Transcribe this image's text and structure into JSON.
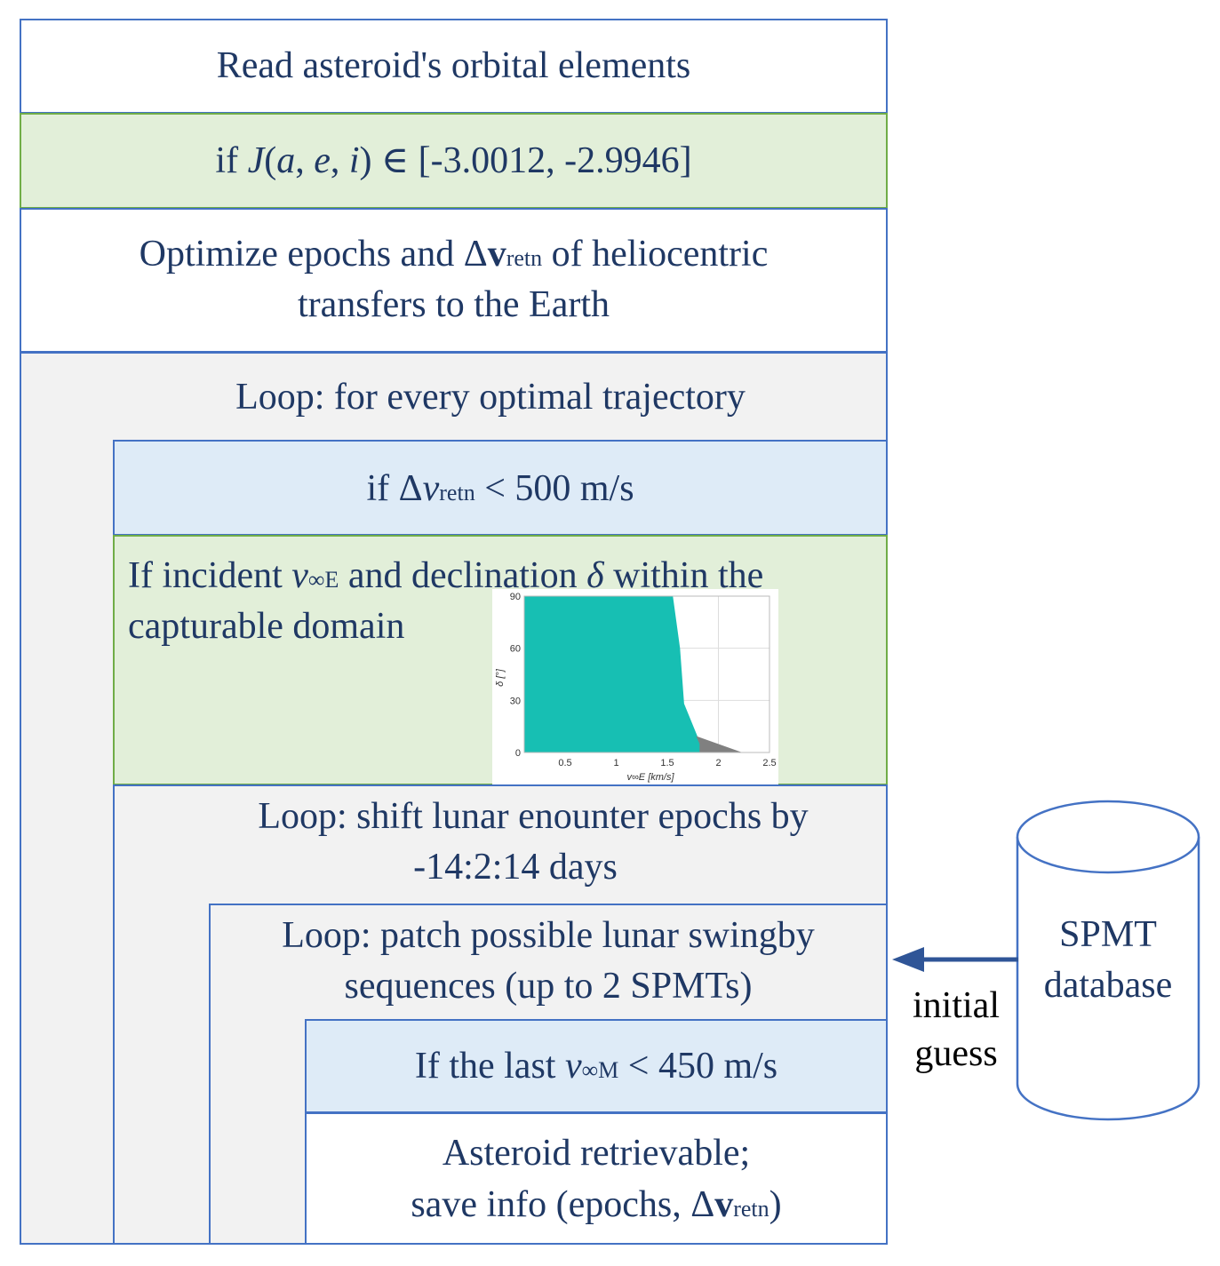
{
  "steps": {
    "read": "Read asteroid's orbital elements",
    "jacobi": {
      "prefix": "if ",
      "J": "J",
      "args": "(",
      "a": "a",
      "c1": ", ",
      "e": "e",
      "c2": ", ",
      "i": "i",
      "suffix": ") ∈ [-3.0012, -2.9946]"
    },
    "optimize": {
      "line1a": "Optimize epochs and Δ",
      "v": "v",
      "retn": "retn",
      "line1b": " of heliocentric",
      "line2": "transfers to the Earth"
    },
    "loop1": "Loop: for every optimal trajectory",
    "dv_check": {
      "prefix": "if Δ",
      "v": "v",
      "retn": "retn",
      "suffix": " < 500 m/s"
    },
    "incident": {
      "a": "If incident ",
      "v": "v",
      "sub": "∞E",
      "b": " and declination ",
      "delta": "δ",
      "c": " within the",
      "line2": "capturable domain"
    },
    "loop2": {
      "line1": "Loop: shift lunar enounter epochs by",
      "line2": "-14:2:14 days"
    },
    "loop3": {
      "line1": "Loop: patch possible lunar swingby",
      "line2": "sequences (up to 2 SPMTs)"
    },
    "last_check": {
      "prefix": "If the last ",
      "v": "v",
      "sub": "∞M",
      "suffix": " < 450 m/s"
    },
    "result": {
      "line1": "Asteroid retrievable;",
      "line2a": "save  info (epochs, Δ",
      "v": "v",
      "retn": "retn",
      "line2b": ")"
    }
  },
  "database": {
    "line1": "SPMT",
    "line2": "database"
  },
  "arrow_label": {
    "line1": "initial",
    "line2": "guess"
  },
  "chart_data": {
    "type": "area",
    "xlabel": "v∞E [km/s]",
    "ylabel": "δ [°]",
    "xlim": [
      0.1,
      2.5
    ],
    "ylim": [
      0,
      90
    ],
    "xticks": [
      0.5,
      1,
      1.5,
      2,
      2.5
    ],
    "yticks": [
      0,
      30,
      60,
      90
    ],
    "grid": true,
    "series": [
      {
        "color": "#17bfb3",
        "points": [
          [
            0.1,
            0
          ],
          [
            0.1,
            90
          ],
          [
            1.55,
            90
          ],
          [
            1.62,
            60
          ],
          [
            1.66,
            28
          ],
          [
            1.82,
            5
          ],
          [
            1.82,
            0
          ]
        ]
      },
      {
        "color": "#808080",
        "points": [
          [
            1.79,
            9
          ],
          [
            1.82,
            5
          ],
          [
            1.82,
            0
          ],
          [
            2.22,
            0
          ]
        ]
      }
    ],
    "colors": {
      "fill": "#17bfb3",
      "gray": "#808080"
    }
  },
  "colors": {
    "border_blue": "#4472c4",
    "green_bg": "#e2efd9",
    "gray_bg": "#f2f2f2",
    "blue_bg": "#deebf7",
    "text": "#1f3864",
    "arrow": "#2f5597"
  }
}
